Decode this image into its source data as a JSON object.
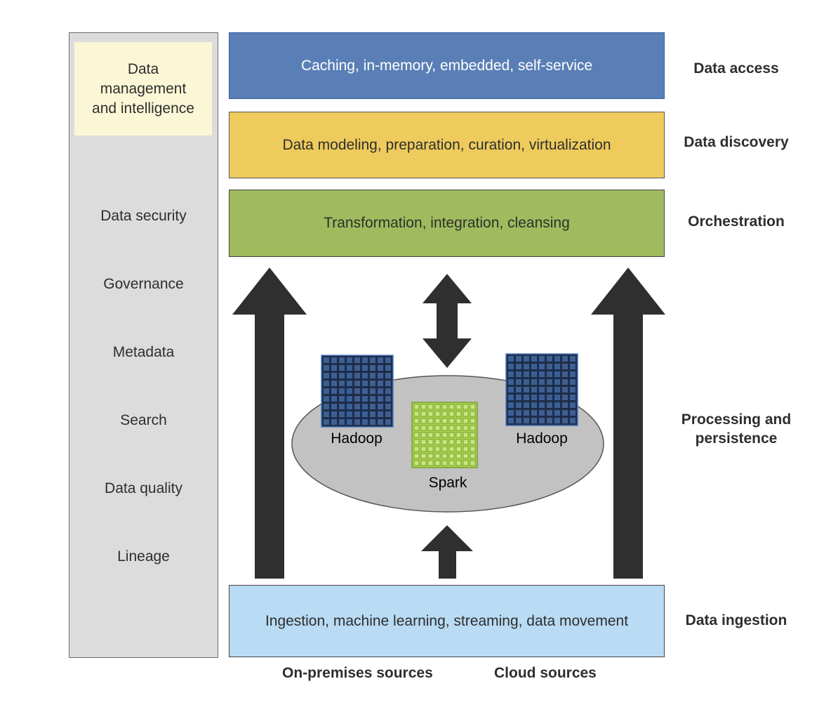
{
  "left_panel": {
    "header": "Data\nmanagement\nand intelligence",
    "items": [
      "Data security",
      "Governance",
      "Metadata",
      "Search",
      "Data quality",
      "Lineage"
    ]
  },
  "layers": {
    "access": "Caching, in-memory, embedded, self-service",
    "discovery": "Data modeling, preparation, curation, virtualization",
    "orchestration": "Transformation, integration, cleansing",
    "ingestion": "Ingestion, machine learning, streaming, data movement"
  },
  "right_labels": {
    "access": "Data access",
    "discovery": "Data discovery",
    "orchestration": "Orchestration",
    "processing": "Processing and\npersistence",
    "ingestion": "Data ingestion"
  },
  "processing": {
    "left_cluster": "Hadoop",
    "right_cluster": "Hadoop",
    "center_cluster": "Spark"
  },
  "sources": {
    "on_premises": "On-premises sources",
    "cloud": "Cloud sources"
  },
  "colors": {
    "access": "#5a7fb6",
    "discovery": "#eecb5c",
    "orchestration": "#9fbb5d",
    "ingestion": "#b9dbf3",
    "hadoop_grid": "#1f2d4a",
    "spark_grid": "#a8cf4e",
    "arrow": "#2f2f2f"
  }
}
